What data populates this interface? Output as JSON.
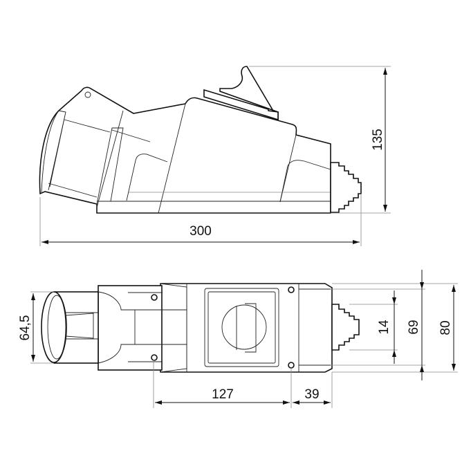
{
  "side_view": {
    "height_label": "135",
    "length_label": "300"
  },
  "top_view": {
    "diameter_label": "64,5",
    "width_label": "127",
    "gland_label": "39",
    "gland_dia_label": "14",
    "inner_width_label": "69",
    "outer_width_label": "80"
  }
}
